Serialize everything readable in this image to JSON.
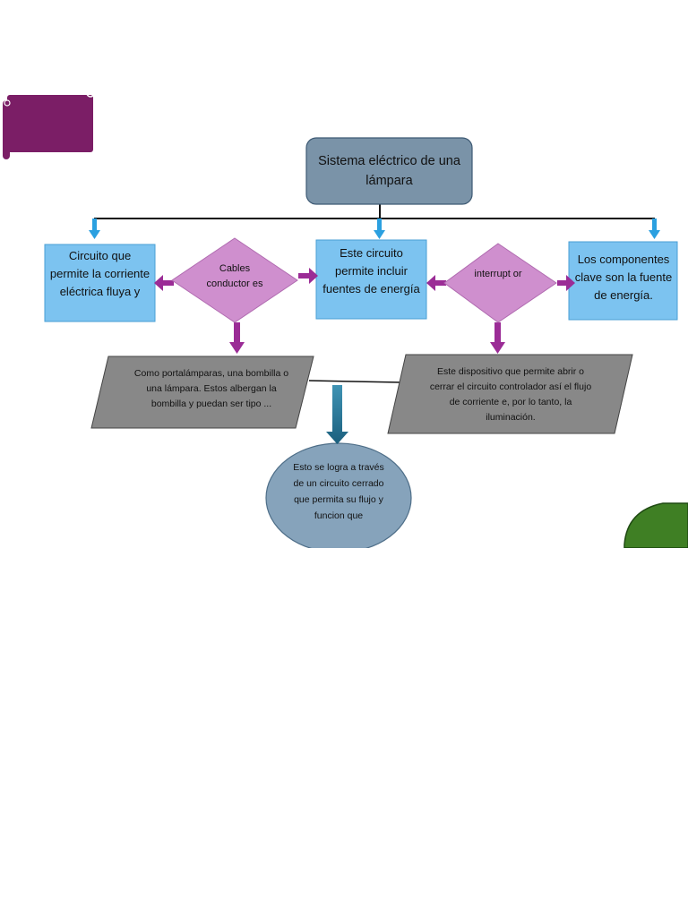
{
  "colors": {
    "title_fill": "#7a93a8",
    "box_fill": "#7cc3f0",
    "diamond_fill": "#cf8fce",
    "arrow_purple": "#9b2c96",
    "arrow_blue": "#2ba0e0",
    "parallelogram_fill": "#888888",
    "oval_fill": "#86a3bb",
    "scroll_fill": "#7b1e66",
    "leaf_fill": "#3f7f24",
    "down_arrow": "#1c6c8c"
  },
  "nodes": {
    "title": "Sistema eléctrico de una lámpara",
    "left_box": "Circuito que permite la corriente eléctrica fluya y",
    "center_box": "Este circuito permite incluir fuentes de energía",
    "right_box": "Los componentes clave son la fuente de energía.",
    "left_diamond": "Cables conductor es",
    "right_diamond": "interrupt or",
    "left_parallelogram": "Como portalámparas, una bombilla o una lámpara. Estos albergan la bombilla y puedan ser tipo ...",
    "right_parallelogram": "Este dispositivo que permite abrir o cerrar el circuito controlador así el flujo de corriente e, por lo tanto, la iluminación.",
    "bottom_oval": "Esto se logra a través de un circuito cerrado que permita su flujo y funcion que"
  }
}
